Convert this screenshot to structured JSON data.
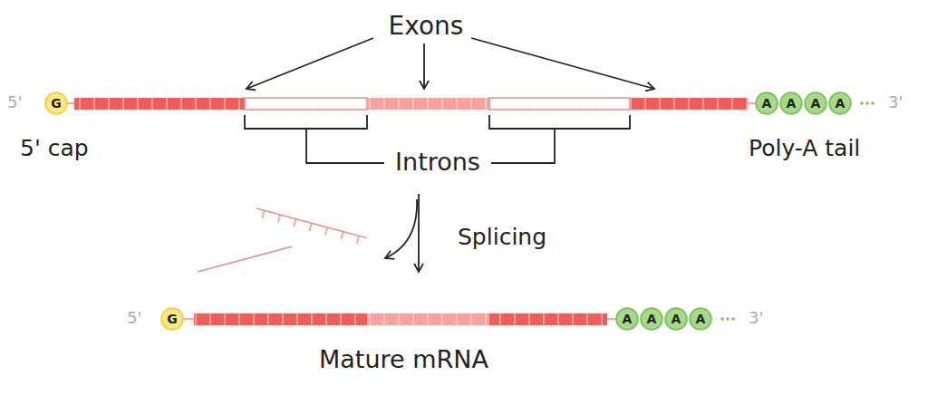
{
  "diagram": {
    "nodes": [
      {
        "text": [
          "G"
        ]
      },
      {
        "text": [
          "A"
        ]
      },
      {
        "text": [
          "A"
        ]
      },
      {
        "text": [
          "A"
        ]
      },
      {
        "text": [
          "A"
        ]
      },
      {
        "text": [
          "G"
        ]
      },
      {
        "text": [
          "A"
        ]
      },
      {
        "text": [
          "A"
        ]
      },
      {
        "text": [
          "A"
        ]
      },
      {
        "text": [
          "A"
        ]
      }
    ],
    "labels": [
      "Exons",
      "5'",
      "3'",
      "5' cap",
      "Introns",
      "Poly-A tail",
      "Splicing",
      "5'",
      "3'",
      "Mature mRNA"
    ]
  }
}
